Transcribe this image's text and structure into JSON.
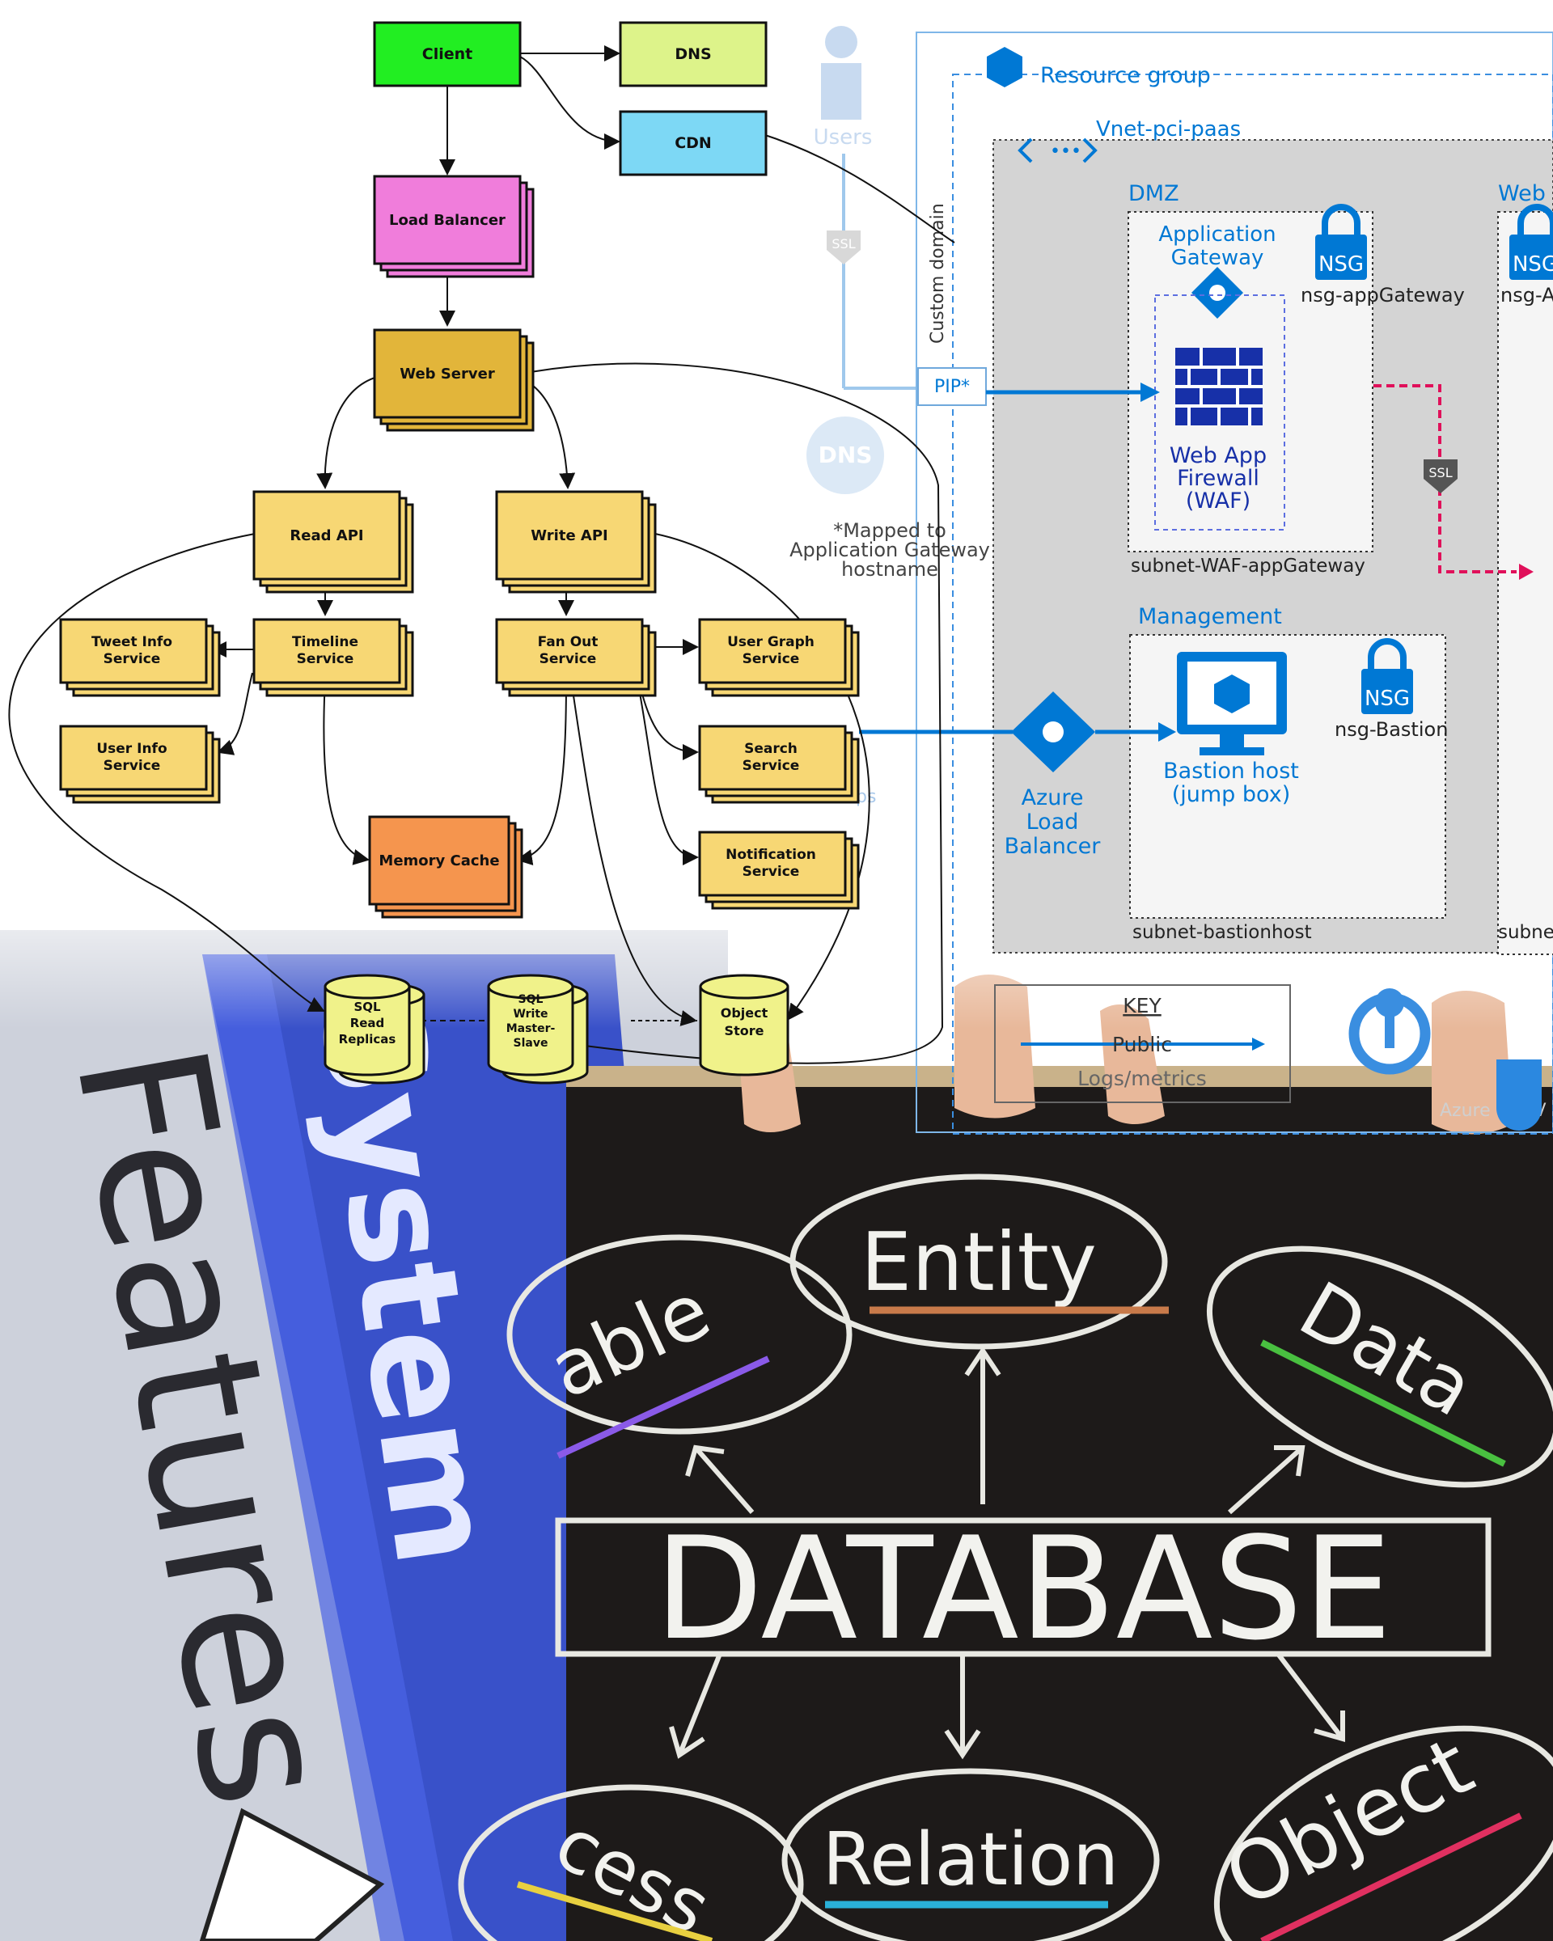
{
  "architecture": {
    "nodes": {
      "client": "Client",
      "dns": "DNS",
      "cdn": "CDN",
      "load_balancer": "Load Balancer",
      "web_server": "Web Server",
      "read_api": "Read API",
      "write_api": "Write API",
      "tweet_info": [
        "Tweet Info",
        "Service"
      ],
      "timeline": [
        "Timeline",
        "Service"
      ],
      "fan_out": [
        "Fan Out",
        "Service"
      ],
      "user_graph": [
        "User Graph",
        "Service"
      ],
      "user_info": [
        "User Info",
        "Service"
      ],
      "search": [
        "Search",
        "Service"
      ],
      "notification": [
        "Notification",
        "Service"
      ],
      "memory_cache": "Memory Cache",
      "sql_read": [
        "SQL",
        "Read",
        "Replicas"
      ],
      "sql_write": [
        "SQL",
        "Write",
        "Master-",
        "Slave"
      ],
      "object_store": [
        "Object",
        "Store"
      ]
    }
  },
  "azure": {
    "users": "Users",
    "ssl": "SSL",
    "custom_domain": "Custom domain",
    "resource_group": "Resource group",
    "vnet": "Vnet-pci-paas",
    "pip": "PIP*",
    "dns_icon": "DNS",
    "mapped_note": [
      "*Mapped to",
      "Application Gateway",
      "hostname"
    ],
    "dmz": "DMZ",
    "web_tier": "Web t",
    "app_gateway": [
      "Application",
      "Gateway"
    ],
    "nsg": "NSG",
    "nsg_appgateway": "nsg-appGateway",
    "nsg_a": "nsg-A",
    "waf": [
      "Web App",
      "Firewall",
      "(WAF)"
    ],
    "subnet_waf": "subnet-WAF-appGateway",
    "management": "Management",
    "nsg_bastion": "nsg-Bastion",
    "bastion": [
      "Bastion host",
      "(jump box)"
    ],
    "azure_lb": [
      "Azure",
      "Load",
      "Balancer"
    ],
    "subnet_bastion": "subnet-bastionhost",
    "subnet_cut": "subnet",
    "key_title": "KEY",
    "key_public": "Public",
    "key_logs": "Logs/metrics",
    "ops": "ps",
    "key_vault": "Azure Key V"
  },
  "features_banner": {
    "word": "Features",
    "system_word": "System"
  },
  "chalkboard": {
    "center": "DATABASE",
    "words": {
      "entity": "Entity",
      "table": "able",
      "data": "Data",
      "access": "cess",
      "relation": "Relation",
      "object": "Object"
    }
  },
  "colors": {
    "azure_blue": "#0078d4",
    "sticky_yellow": "#f7d774",
    "client_green": "#22ee22",
    "dns_lime": "#ddf38a",
    "cdn_blue": "#7dd8f5",
    "lb_pink": "#f07ddb",
    "web_gold": "#e2b53a",
    "cache_orange": "#f5954e",
    "chalkboard": "#1d1a19",
    "ssl_pink": "#e0105a"
  }
}
